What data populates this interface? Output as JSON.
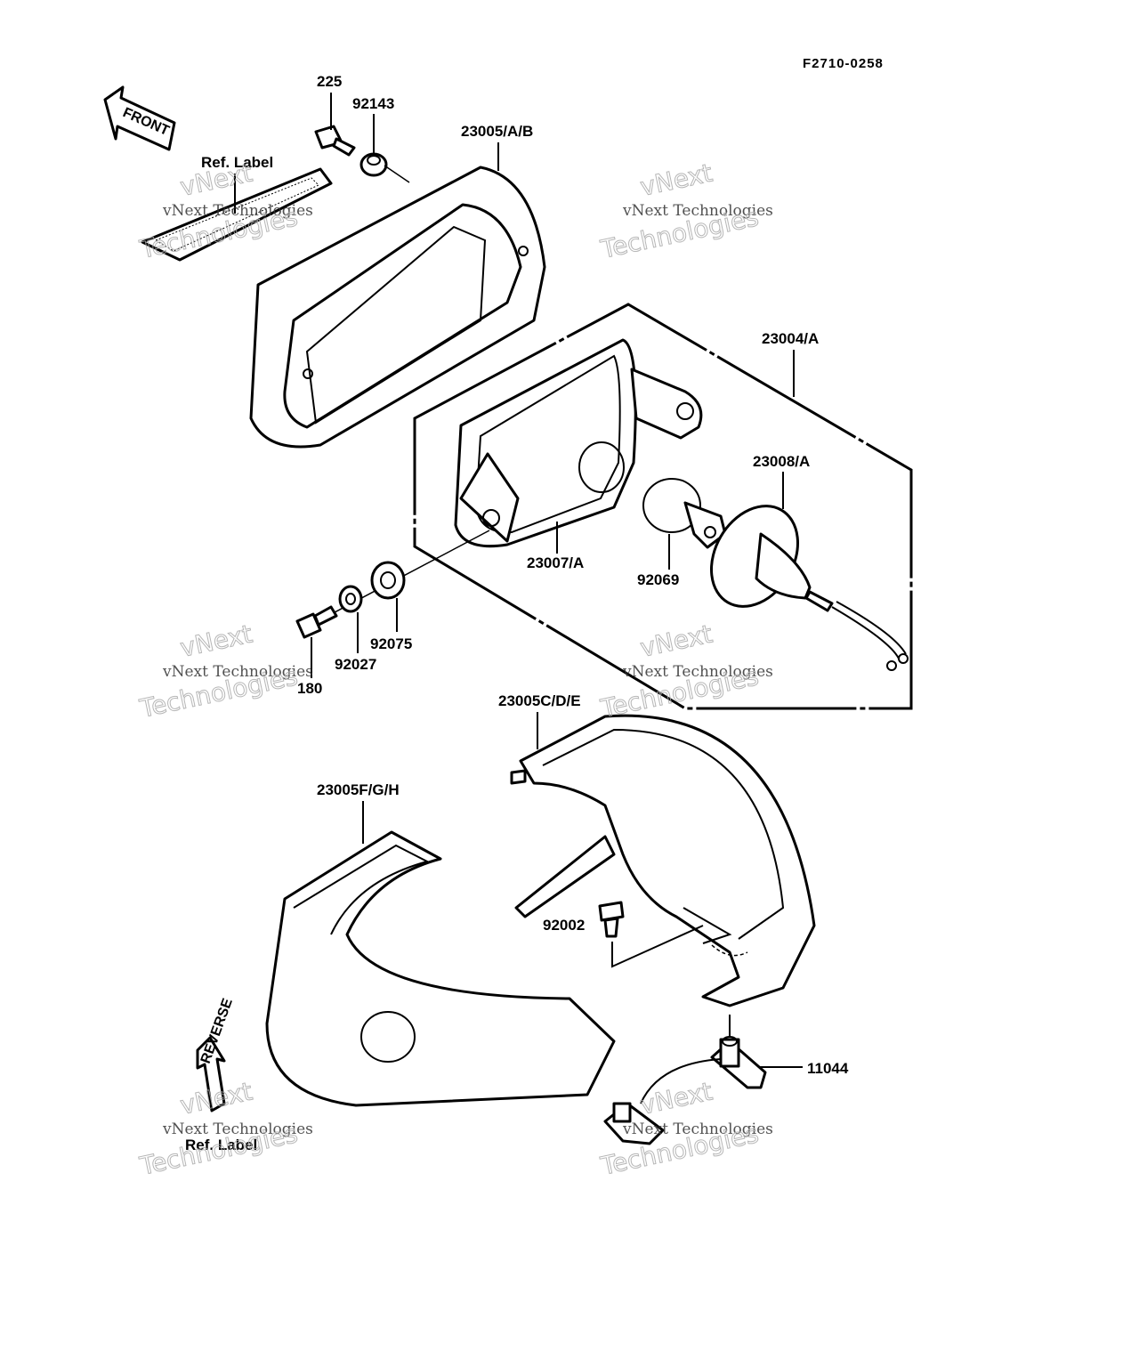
{
  "figure_code": "F2710-0258",
  "labels": {
    "p225": "225",
    "p92143": "92143",
    "p23005ab": "23005/A/B",
    "ref_label_top": "Ref. Label",
    "p23004a": "23004/A",
    "p23008a": "23008/A",
    "p23007a": "23007/A",
    "p92069": "92069",
    "p92075": "92075",
    "p92027": "92027",
    "p180": "180",
    "p23005cde": "23005C/D/E",
    "p23005fgh": "23005F/G/H",
    "p92002": "92002",
    "p11044": "11044",
    "ref_label_bottom": "Ref. Label"
  },
  "arrows": {
    "front": "FRONT",
    "reverse": "REVERSE"
  },
  "watermark": {
    "line1": "vNext",
    "line2": "vNext Technologies",
    "line3": "Technologies"
  }
}
